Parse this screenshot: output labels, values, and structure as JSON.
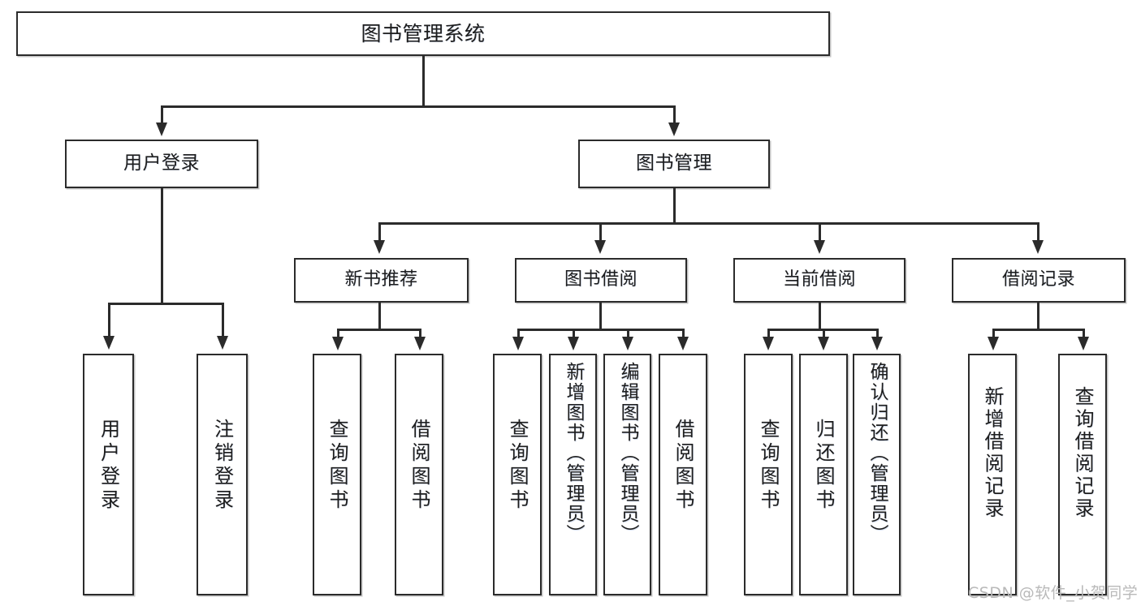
{
  "diagram": {
    "title": "图书管理系统",
    "type": "功能结构图",
    "watermark": "CSDN @软件_小贺同学",
    "colors": {
      "stroke": "#2b2b2b",
      "fill": "#ffffff",
      "text": "#1d1d1d",
      "watermark": "#b9b9b9",
      "background": "#ffffff"
    }
  },
  "nodes": {
    "root": {
      "label": "图书管理系统"
    },
    "level2": [
      {
        "id": "user-login",
        "label": "用户登录"
      },
      {
        "id": "book-manage",
        "label": "图书管理"
      }
    ],
    "level3": [
      {
        "id": "new-book-recommend",
        "label": "新书推荐"
      },
      {
        "id": "book-borrow",
        "label": "图书借阅"
      },
      {
        "id": "current-borrow",
        "label": "当前借阅"
      },
      {
        "id": "borrow-record",
        "label": "借阅记录"
      }
    ],
    "leaves": {
      "user-login": [
        {
          "id": "leaf-user-login",
          "label": "用户登录"
        },
        {
          "id": "leaf-logout",
          "label": "注销登录"
        }
      ],
      "new-book-recommend": [
        {
          "id": "leaf-query-book-1",
          "label": "查询图书"
        },
        {
          "id": "leaf-borrow-book-1",
          "label": "借阅图书"
        }
      ],
      "book-borrow": [
        {
          "id": "leaf-query-book-2",
          "label": "查询图书"
        },
        {
          "id": "leaf-add-book",
          "label": "新增图书（管理员）"
        },
        {
          "id": "leaf-edit-book",
          "label": "编辑图书（管理员）"
        },
        {
          "id": "leaf-borrow-book-2",
          "label": "借阅图书"
        }
      ],
      "current-borrow": [
        {
          "id": "leaf-query-book-3",
          "label": "查询图书"
        },
        {
          "id": "leaf-return-book",
          "label": "归还图书"
        },
        {
          "id": "leaf-confirm-return",
          "label": "确认归还（管理员）"
        }
      ],
      "borrow-record": [
        {
          "id": "leaf-add-record",
          "label": "新增借阅记录"
        },
        {
          "id": "leaf-query-record",
          "label": "查询借阅记录"
        }
      ]
    }
  }
}
